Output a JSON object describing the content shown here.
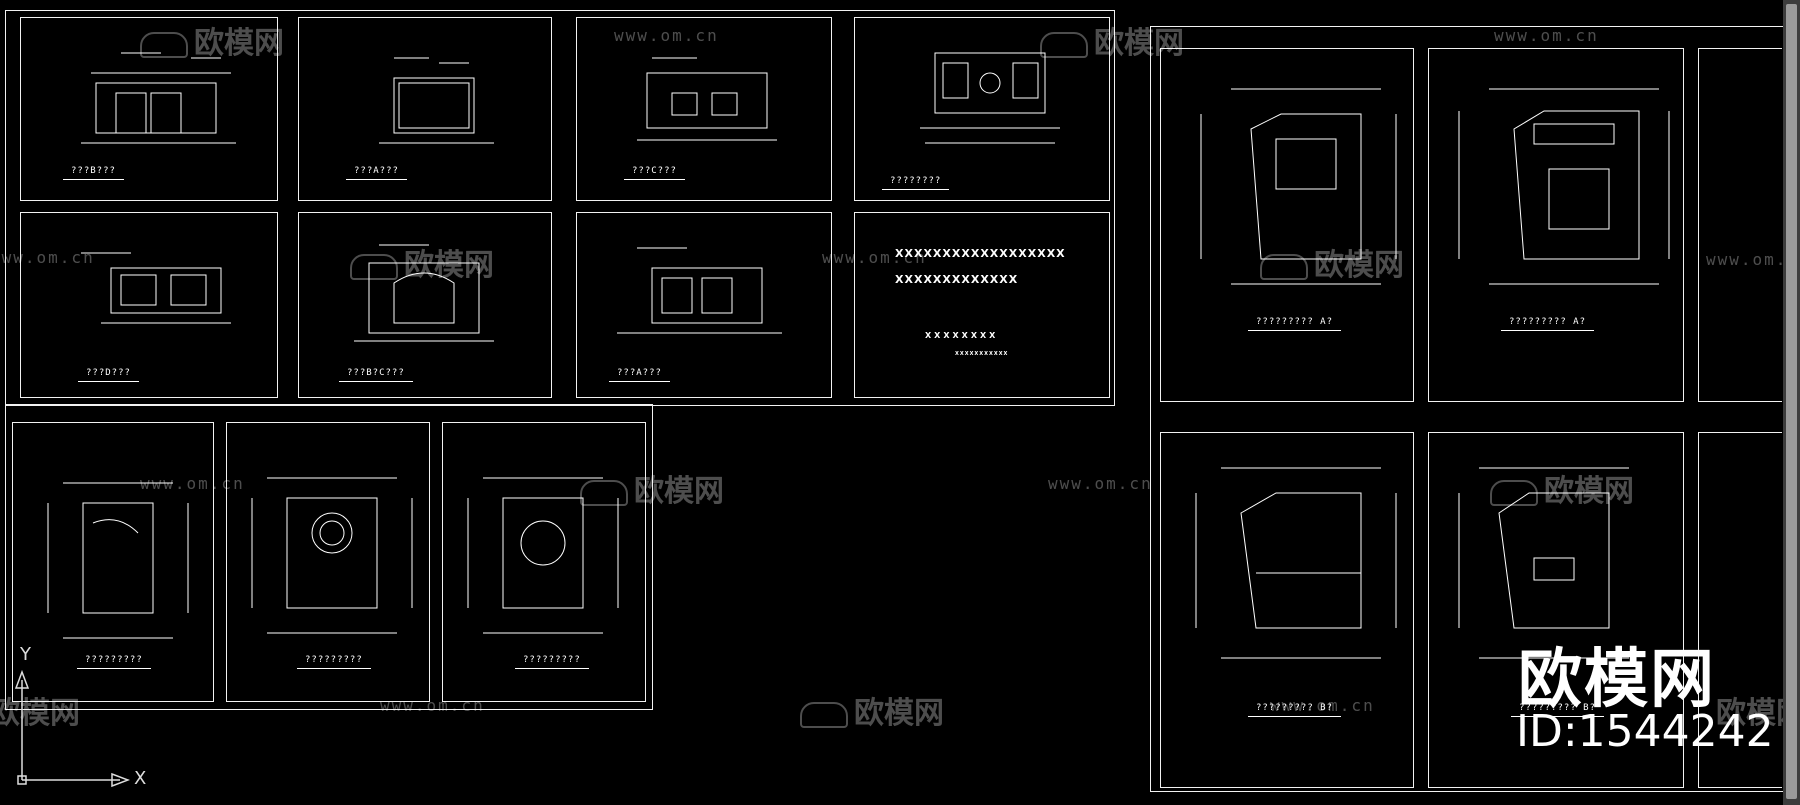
{
  "watermarks": {
    "brand": "欧模网",
    "url": "www.om.cn",
    "id": "ID:1544242"
  },
  "ucs": {
    "y_label": "Y",
    "x_label": "X"
  },
  "sheets": {
    "elev_b": "???B???",
    "elev_a1": "???A???",
    "elev_c": "???C???",
    "elev_misc": "????????",
    "elev_d": "???D???",
    "elev_bc": "???B?C???",
    "elev_a2": "???A???",
    "cover_line1": "XXXXXXXXXXXXXXXXXX",
    "cover_line2": "XXXXXXXXXXXXX",
    "cover_line3": "XXXXXXXX",
    "cover_line4": "XXXXXXXXXXX",
    "plan_1": "?????????",
    "plan_2": "?????????",
    "plan_3": "?????????",
    "plan_a1": "?????????     A?",
    "plan_a2": "?????????     A?",
    "plan_b1": "?????????     B?",
    "plan_b2": "?????????     B?"
  },
  "colors": {
    "background": "#000000",
    "line": "#f2f2f2",
    "watermark": "rgba(255,255,255,0.30)"
  }
}
